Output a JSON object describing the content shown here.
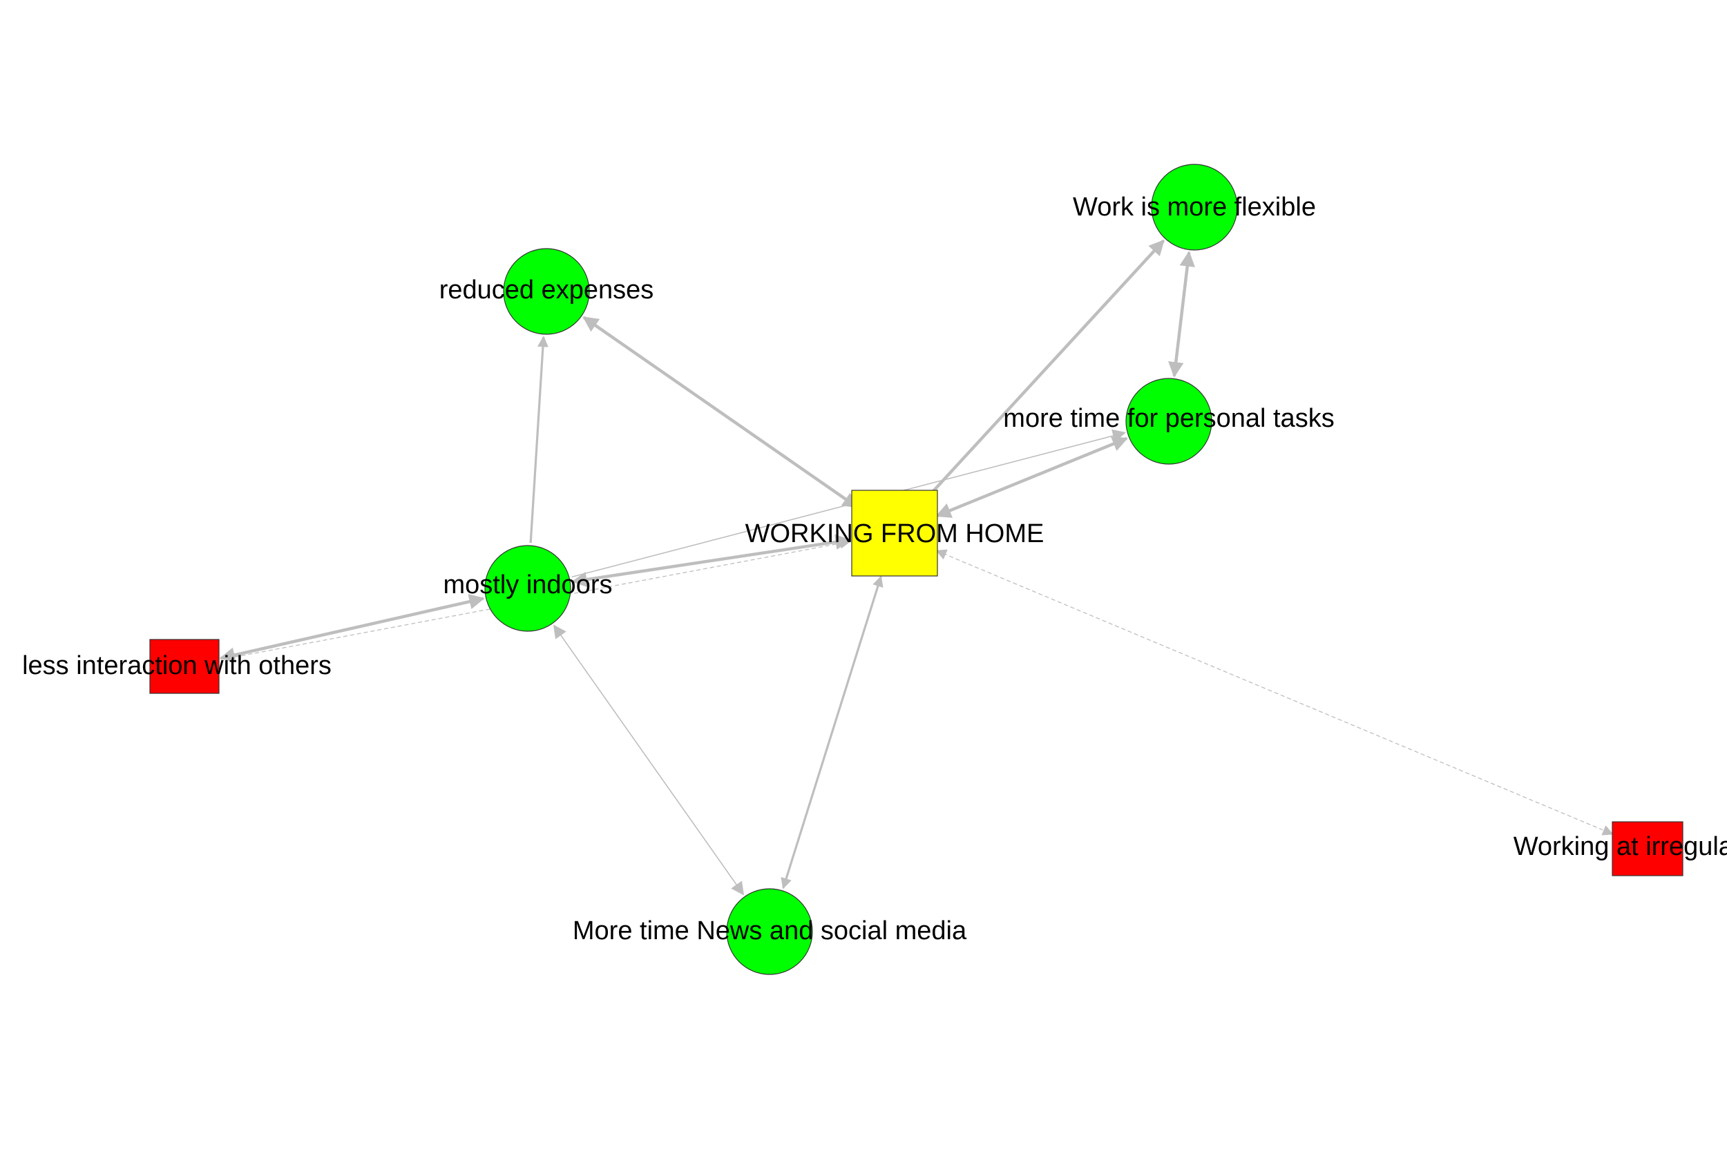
{
  "diagram": {
    "type": "network",
    "colors": {
      "positive": "#00ff00",
      "negative": "#ff0000",
      "central": "#ffff00",
      "edge": "#bebebe",
      "node_border": "#333333"
    },
    "nodes": [
      {
        "id": "wfh",
        "label": "WORKING FROM HOME",
        "shape": "square",
        "color": "#ffff00"
      },
      {
        "id": "flex",
        "label": "Work is more flexible",
        "shape": "circle",
        "color": "#00ff00"
      },
      {
        "id": "expenses",
        "label": "reduced expenses",
        "shape": "circle",
        "color": "#00ff00"
      },
      {
        "id": "personal",
        "label": "more time for personal tasks",
        "shape": "circle",
        "color": "#00ff00"
      },
      {
        "id": "indoors",
        "label": "mostly indoors",
        "shape": "circle",
        "color": "#00ff00"
      },
      {
        "id": "interaction",
        "label": "less interaction with others",
        "shape": "square",
        "color": "#ff0000"
      },
      {
        "id": "news",
        "label": "More time News and social media",
        "shape": "circle",
        "color": "#00ff00"
      },
      {
        "id": "irregular",
        "label": "Working at irregular h",
        "shape": "square",
        "color": "#ff0000"
      }
    ],
    "edges": [
      {
        "from": "wfh",
        "to": "expenses",
        "weight": "strong",
        "arrow": "both"
      },
      {
        "from": "wfh",
        "to": "flex",
        "weight": "strong",
        "arrow": "end"
      },
      {
        "from": "wfh",
        "to": "personal",
        "weight": "strong",
        "arrow": "both"
      },
      {
        "from": "flex",
        "to": "personal",
        "weight": "strong",
        "arrow": "both"
      },
      {
        "from": "indoors",
        "to": "expenses",
        "weight": "medium",
        "arrow": "end"
      },
      {
        "from": "indoors",
        "to": "wfh",
        "weight": "strong",
        "arrow": "both"
      },
      {
        "from": "indoors",
        "to": "personal",
        "weight": "thin",
        "arrow": "end"
      },
      {
        "from": "interaction",
        "to": "indoors",
        "weight": "strong",
        "arrow": "both"
      },
      {
        "from": "interaction",
        "to": "wfh",
        "weight": "dashed",
        "arrow": "end"
      },
      {
        "from": "wfh",
        "to": "news",
        "weight": "medium",
        "arrow": "both"
      },
      {
        "from": "indoors",
        "to": "news",
        "weight": "thin",
        "arrow": "both"
      },
      {
        "from": "wfh",
        "to": "irregular",
        "weight": "dashed",
        "arrow": "both"
      }
    ]
  }
}
